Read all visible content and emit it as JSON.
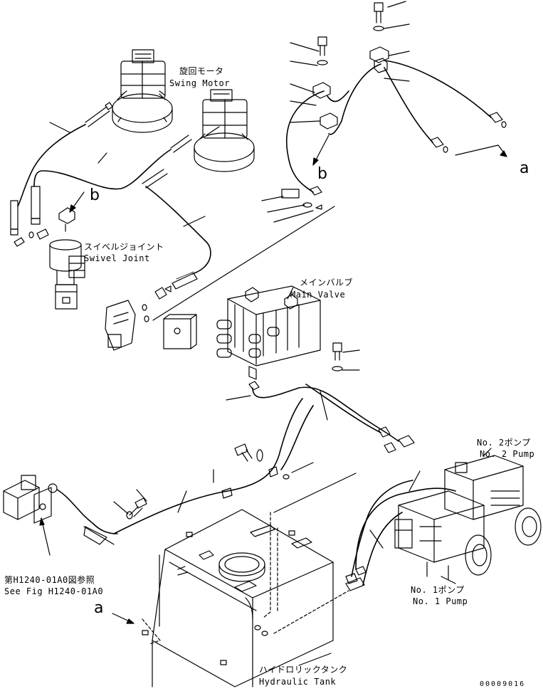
{
  "labels": {
    "swing_motor_jp": "旋回モータ",
    "swing_motor_en": "Swing Motor",
    "swivel_joint_jp": "スイベルジョイント",
    "swivel_joint_en": "Swivel Joint",
    "main_valve_jp": "メインバルブ",
    "main_valve_en": "Main Valve",
    "pump2_jp": "No. 2ポンプ",
    "pump2_en": "No. 2 Pump",
    "pump1_jp": "No. 1ポンプ",
    "pump1_en": "No. 1 Pump",
    "see_fig_jp": "第H1240-01A0図参照",
    "see_fig_en": "See Fig H1240-01A0",
    "tank_jp": "ハイドロリックタンク",
    "tank_en": "Hydraulic Tank"
  },
  "callouts": {
    "a_top": "a",
    "a_bottom": "a",
    "b_left": "b",
    "b_right": "b"
  },
  "document_number": "00009016"
}
